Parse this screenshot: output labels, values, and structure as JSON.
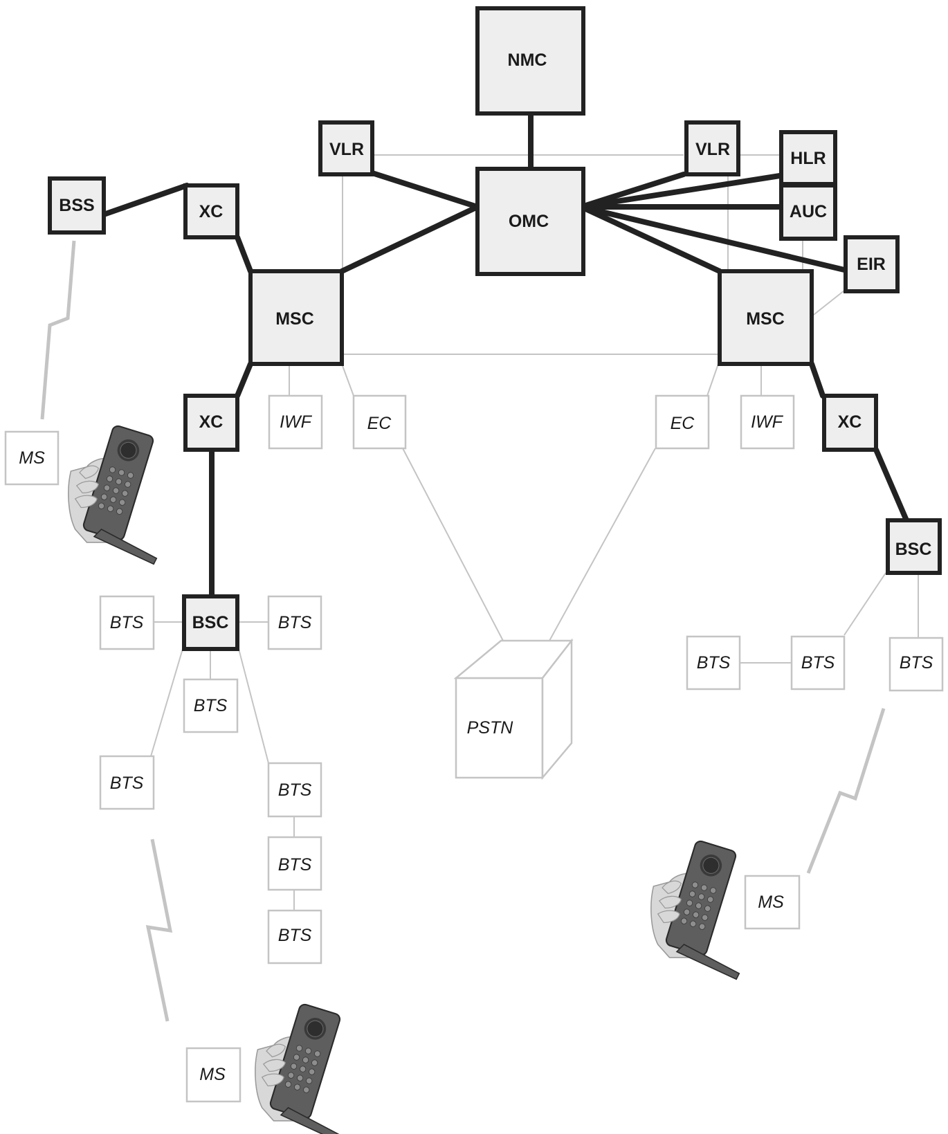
{
  "colors": {
    "core_fill": "#eeeeee",
    "core_stroke": "#222222",
    "access_stroke": "#c4c4c4",
    "radio_link": "#c4c4c4",
    "phone_body": "#5e5e5e",
    "hand": "#d8d8d8"
  },
  "nodes": {
    "nmc": "NMC",
    "omc": "OMC",
    "vlr_left": "VLR",
    "vlr_right": "VLR",
    "hlr": "HLR",
    "auc": "AUC",
    "eir": "EIR",
    "bss": "BSS",
    "xc_top_left": "XC",
    "msc_left": "MSC",
    "msc_right": "MSC",
    "xc_left": "XC",
    "xc_right": "XC",
    "bsc_left": "BSC",
    "bsc_right": "BSC",
    "iwf_left": "IWF",
    "iwf_right": "IWF",
    "ec_left": "EC",
    "ec_right": "EC",
    "pstn": "PSTN",
    "ms_top_left": "MS",
    "ms_bottom": "MS",
    "ms_right": "MS",
    "bts_left_w": "BTS",
    "bts_left_e": "BTS",
    "bts_left_s": "BTS",
    "bts_left_sw": "BTS",
    "bts_chain_1": "BTS",
    "bts_chain_2": "BTS",
    "bts_chain_3": "BTS",
    "bts_right_1": "BTS",
    "bts_right_2": "BTS",
    "bts_right_3": "BTS"
  },
  "icons": [
    "radio-link-icon",
    "mobile-phone-icon"
  ]
}
